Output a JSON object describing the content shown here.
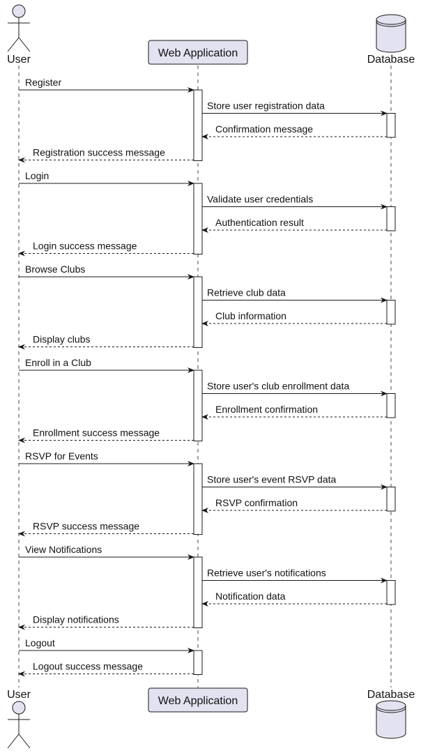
{
  "participants": [
    {
      "id": "user",
      "label": "User",
      "kind": "actor"
    },
    {
      "id": "web",
      "label": "Web Application",
      "kind": "box"
    },
    {
      "id": "db",
      "label": "Database",
      "kind": "database"
    }
  ],
  "messages": [
    {
      "from": "user",
      "to": "web",
      "label": "Register",
      "dashed": false
    },
    {
      "from": "web",
      "to": "db",
      "label": "Store user registration data",
      "dashed": false
    },
    {
      "from": "db",
      "to": "web",
      "label": "Confirmation message",
      "dashed": true
    },
    {
      "from": "web",
      "to": "user",
      "label": "Registration success message",
      "dashed": true
    },
    {
      "from": "user",
      "to": "web",
      "label": "Login",
      "dashed": false
    },
    {
      "from": "web",
      "to": "db",
      "label": "Validate user credentials",
      "dashed": false
    },
    {
      "from": "db",
      "to": "web",
      "label": "Authentication result",
      "dashed": true
    },
    {
      "from": "web",
      "to": "user",
      "label": "Login success message",
      "dashed": true
    },
    {
      "from": "user",
      "to": "web",
      "label": "Browse Clubs",
      "dashed": false
    },
    {
      "from": "web",
      "to": "db",
      "label": "Retrieve club data",
      "dashed": false
    },
    {
      "from": "db",
      "to": "web",
      "label": "Club information",
      "dashed": true
    },
    {
      "from": "web",
      "to": "user",
      "label": "Display clubs",
      "dashed": true
    },
    {
      "from": "user",
      "to": "web",
      "label": "Enroll in a Club",
      "dashed": false
    },
    {
      "from": "web",
      "to": "db",
      "label": "Store user's club enrollment data",
      "dashed": false
    },
    {
      "from": "db",
      "to": "web",
      "label": "Enrollment confirmation",
      "dashed": true
    },
    {
      "from": "web",
      "to": "user",
      "label": "Enrollment success message",
      "dashed": true
    },
    {
      "from": "user",
      "to": "web",
      "label": "RSVP for Events",
      "dashed": false
    },
    {
      "from": "web",
      "to": "db",
      "label": "Store user's event RSVP data",
      "dashed": false
    },
    {
      "from": "db",
      "to": "web",
      "label": "RSVP confirmation",
      "dashed": true
    },
    {
      "from": "web",
      "to": "user",
      "label": "RSVP success message",
      "dashed": true
    },
    {
      "from": "user",
      "to": "web",
      "label": "View Notifications",
      "dashed": false
    },
    {
      "from": "web",
      "to": "db",
      "label": "Retrieve user's notifications",
      "dashed": false
    },
    {
      "from": "db",
      "to": "web",
      "label": "Notification data",
      "dashed": true
    },
    {
      "from": "web",
      "to": "user",
      "label": "Display notifications",
      "dashed": true
    },
    {
      "from": "user",
      "to": "web",
      "label": "Logout",
      "dashed": false
    },
    {
      "from": "web",
      "to": "user",
      "label": "Logout success message",
      "dashed": true
    }
  ],
  "colors": {
    "participant_fill": "#e2e2f0",
    "participant_stroke": "#181818",
    "lifeline": "#181818",
    "activation_fill": "#ffffff",
    "arrow": "#181818"
  }
}
